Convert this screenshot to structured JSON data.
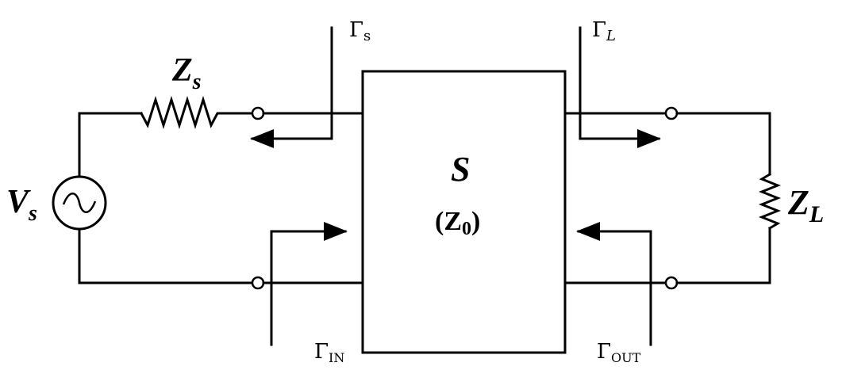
{
  "labels": {
    "source_impedance": {
      "main": "Z",
      "sub": "s"
    },
    "source_voltage": {
      "main": "V",
      "sub": "s"
    },
    "load_impedance": {
      "main": "Z",
      "sub": "L"
    },
    "network": {
      "name": "S",
      "ref_open": "(Z",
      "ref_sub": "0",
      "ref_close": ")"
    },
    "gamma_s": {
      "symbol": "Γ",
      "sub": "s"
    },
    "gamma_l": {
      "symbol": "Γ",
      "sub": "L"
    },
    "gamma_in": {
      "symbol": "Γ",
      "sub": "IN"
    },
    "gamma_out": {
      "symbol": "Γ",
      "sub": "OUT"
    }
  }
}
